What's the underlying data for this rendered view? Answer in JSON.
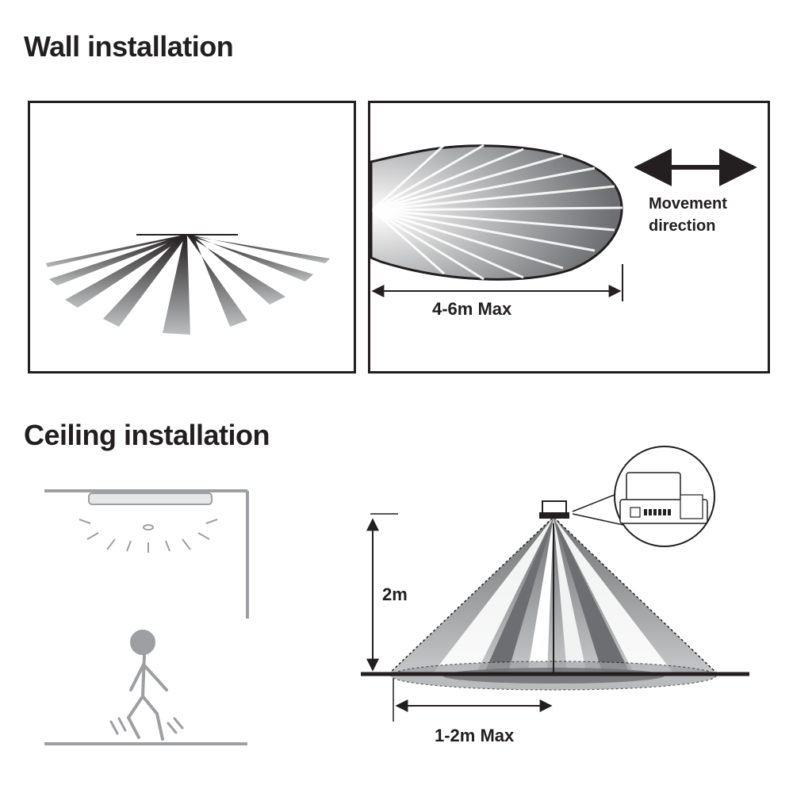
{
  "wall": {
    "title": "Wall installation",
    "distance_label": "4-6m Max",
    "movement_label": "Movement",
    "movement_label_2": "direction"
  },
  "ceiling": {
    "title": "Ceiling installation",
    "height_label": "2m",
    "distance_label": "1-2m Max"
  },
  "colors": {
    "ink": "#231f20",
    "gray_dark": "#6d6e71",
    "gray_mid": "#9d9fa2",
    "gray_light": "#d1d3d4"
  }
}
